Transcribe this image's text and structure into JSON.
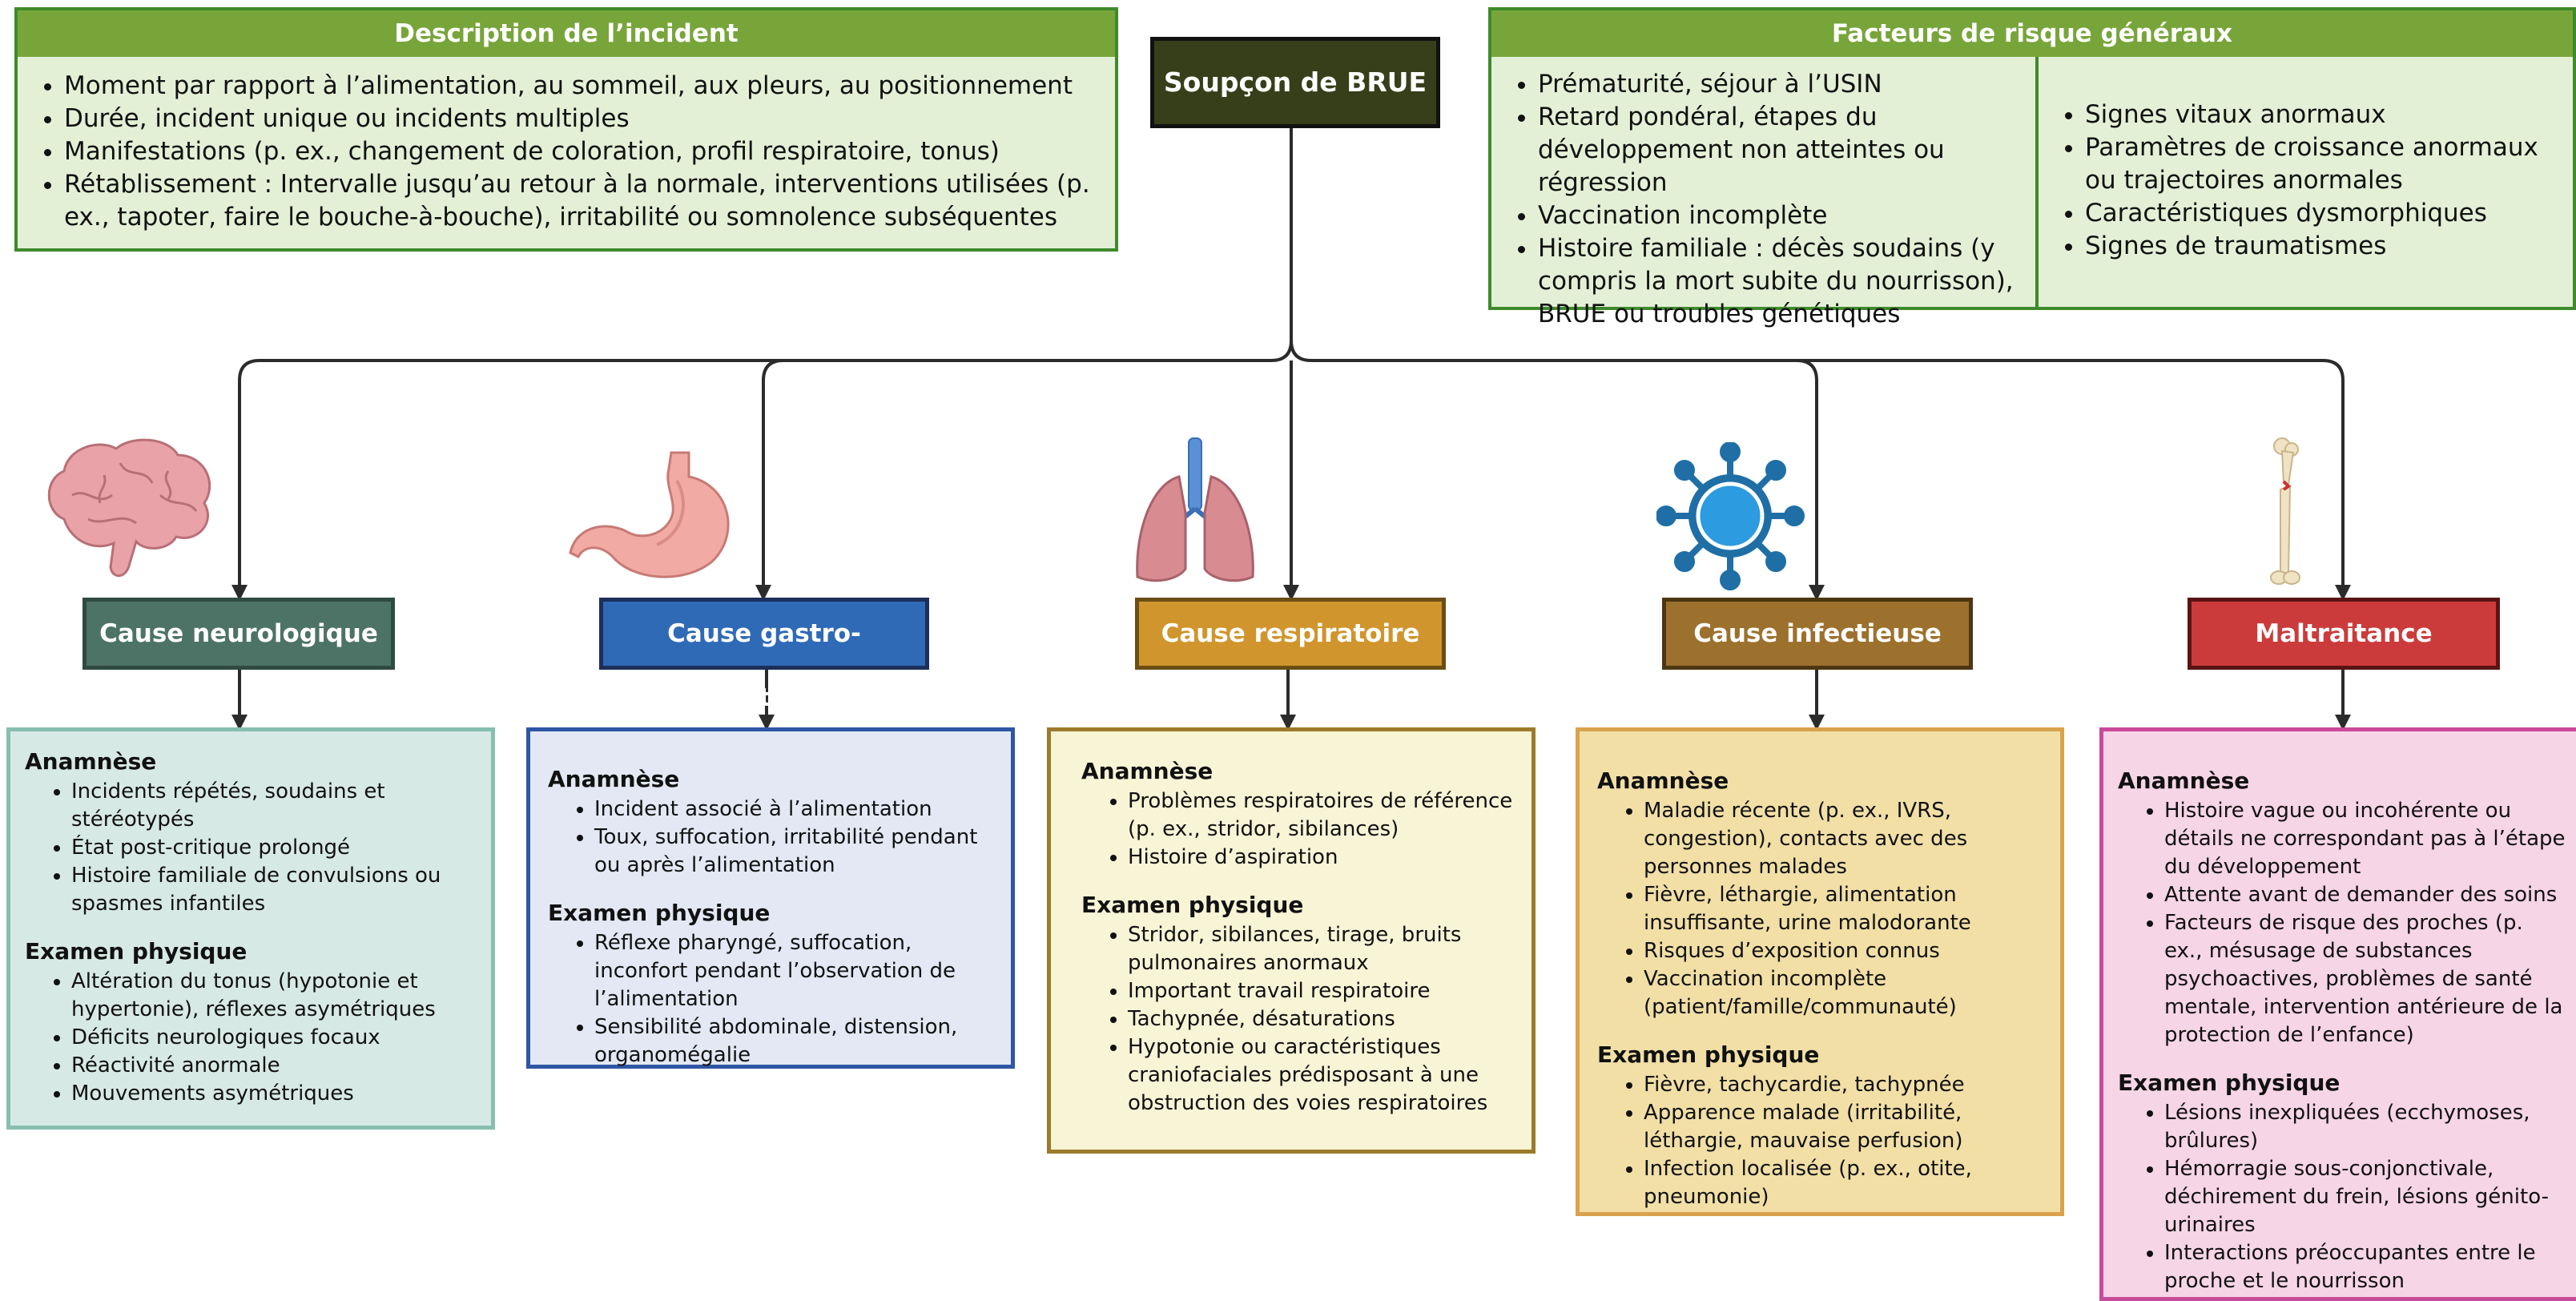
{
  "incident": {
    "title": "Description de l’incident",
    "items": [
      "Moment par rapport à l’alimentation, au sommeil, aux pleurs, au positionnement",
      "Durée, incident unique ou incidents multiples",
      "Manifestations (p. ex., changement de coloration, profil respiratoire, tonus)",
      "Rétablissement : Intervalle jusqu’au retour à la normale, interventions utilisées (p. ex., tapoter, faire le bouche-à-bouche), irritabilité ou somnolence subséquentes"
    ]
  },
  "central": {
    "label": "Soupçon de BRUE"
  },
  "risk": {
    "title": "Facteurs de risque généraux",
    "left_items": [
      "Prématurité, séjour à l’USIN",
      "Retard pondéral, étapes du développement non atteintes ou régression",
      "Vaccination incomplète",
      "Histoire familiale : décès soudains (y compris la mort subite du nourrisson), BRUE ou troubles génétiques"
    ],
    "right_items": [
      "Signes vitaux anormaux",
      "Paramètres de croissance anormaux ou trajectoires anormales",
      "Caractéristiques dysmorphiques",
      "Signes de traumatismes"
    ]
  },
  "colors": {
    "neuro": "#4d7366",
    "neuro_bg": "#d7e9e4",
    "neuro_border": "#86bfb0",
    "gi": "#2f6ab7",
    "gi_bg": "#e3e8f4",
    "gi_border": "#2f56a4",
    "resp": "#d0952c",
    "resp_bg": "#f8f4d6",
    "resp_border": "#9d7a2b",
    "inf": "#9c712d",
    "inf_bg": "#f1dfa6",
    "inf_border": "#d9a24c",
    "abuse": "#cc3b3b",
    "abuse_bg": "#f6d5e6",
    "abuse_border": "#c84a9a"
  },
  "causes": [
    {
      "key": "neuro",
      "title": "Cause neurologique",
      "icon": "brain-icon",
      "sections": [
        {
          "heading": "Anamnèse",
          "items": [
            "Incidents répétés, soudains et stéréotypés",
            "État post-critique prolongé",
            "Histoire familiale de convulsions ou spasmes infantiles"
          ]
        },
        {
          "heading": "Examen physique",
          "items": [
            "Altération du tonus (hypotonie et hypertonie), réflexes asymétriques",
            "Déficits neurologiques focaux",
            "Réactivité anormale",
            "Mouvements asymétriques"
          ]
        }
      ]
    },
    {
      "key": "gi",
      "title": "Cause gastro-intestinale",
      "icon": "stomach-icon",
      "sections": [
        {
          "heading": "Anamnèse",
          "items": [
            "Incident associé à l’alimentation",
            "Toux, suffocation, irritabilité pendant ou après l’alimentation"
          ]
        },
        {
          "heading": "Examen physique",
          "items": [
            "Réflexe pharyngé, suffocation, inconfort pendant l’observation de l’alimentation",
            "Sensibilité abdominale, distension, organomégalie"
          ]
        }
      ]
    },
    {
      "key": "resp",
      "title": "Cause respiratoire",
      "icon": "lungs-icon",
      "sections": [
        {
          "heading": "Anamnèse",
          "items": [
            "Problèmes respiratoires de référence (p. ex., stridor, sibilances)",
            "Histoire d’aspiration"
          ]
        },
        {
          "heading": "Examen physique",
          "items": [
            "Stridor, sibilances, tirage, bruits pulmonaires anormaux",
            "Important travail respiratoire",
            "Tachypnée, désaturations",
            "Hypotonie ou caractéristiques craniofaciales prédisposant à une obstruction des voies respiratoires"
          ]
        }
      ]
    },
    {
      "key": "inf",
      "title": "Cause infectieuse",
      "icon": "virus-icon",
      "sections": [
        {
          "heading": "Anamnèse",
          "items": [
            "Maladie récente (p. ex., IVRS, congestion), contacts avec des personnes malades",
            "Fièvre, léthargie, alimentation insuffisante, urine malodorante",
            "Risques d’exposition connus",
            "Vaccination incomplète (patient/famille/communauté)"
          ]
        },
        {
          "heading": "Examen physique",
          "items": [
            "Fièvre, tachycardie, tachypnée",
            "Apparence malade (irritabilité, léthargie, mauvaise perfusion)",
            "Infection localisée (p. ex., otite, pneumonie)"
          ]
        }
      ]
    },
    {
      "key": "abuse",
      "title": "Maltraitance",
      "icon": "broken-bone-icon",
      "sections": [
        {
          "heading": "Anamnèse",
          "items": [
            "Histoire vague ou incohérente ou détails ne correspondant pas à l’étape du développement",
            "Attente avant de demander des soins",
            "Facteurs de risque des proches (p. ex., mésusage de substances psychoactives, problèmes de santé mentale, intervention antérieure de la protection de l’enfance)"
          ]
        },
        {
          "heading": "Examen physique",
          "items": [
            "Lésions inexpliquées (ecchymoses, brûlures)",
            "Hémorragie sous-conjonctivale, déchirement du frein, lésions génito-urinaires",
            "Interactions préoccupantes entre le proche et le nourrisson"
          ]
        }
      ]
    }
  ]
}
